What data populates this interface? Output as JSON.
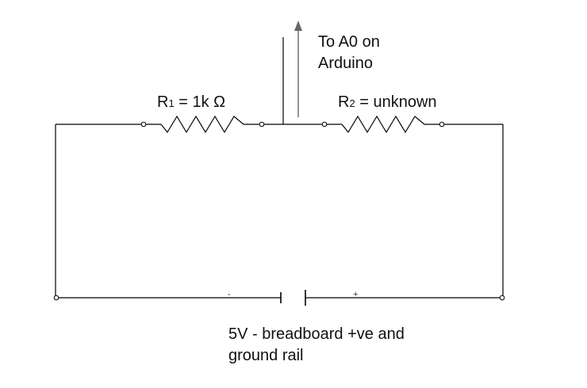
{
  "diagram": {
    "resistor_1": {
      "symbol": "R",
      "subscript": "1",
      "value": " = 1k Ω"
    },
    "resistor_2": {
      "symbol": "R",
      "subscript": "2",
      "value": " = unknown"
    },
    "probe": {
      "line_1": "To A0 on",
      "line_2": "Arduino"
    },
    "supply": {
      "line_1": "5V - breadboard +ve and",
      "line_2": "ground rail",
      "minus_sign": "-",
      "plus_sign": "+"
    },
    "colors": {
      "wire": "#000000",
      "arrow": "#666666",
      "text": "#111111"
    }
  }
}
